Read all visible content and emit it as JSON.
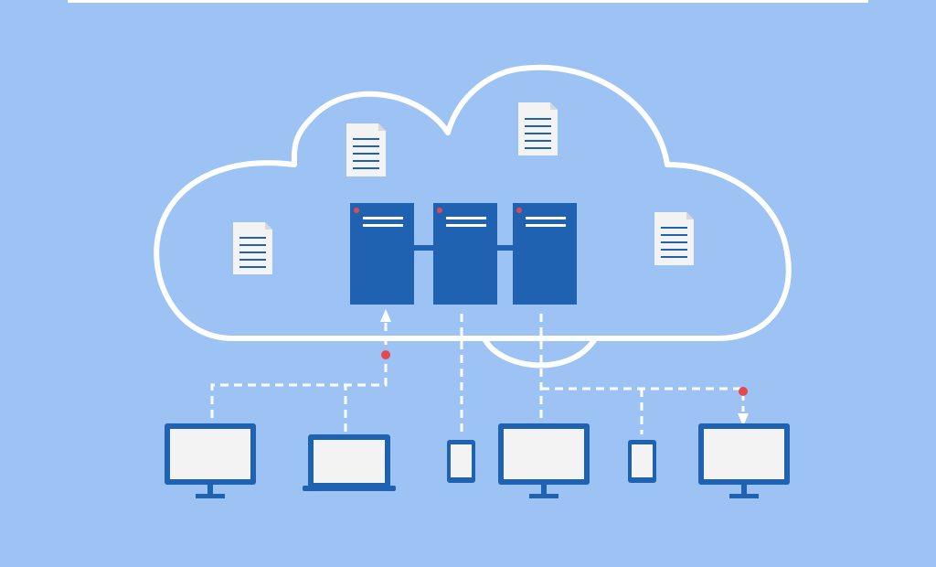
{
  "colors": {
    "background": "#9dc3f5",
    "cloud_outline": "#ffffff",
    "server": "#2062b2",
    "device_frame": "#2062b2",
    "device_screen": "#f3f3f3",
    "document": "#f3f3f3",
    "document_lines": "#2062b2",
    "indicator_dot": "#e8474e",
    "connector": "#ffffff"
  },
  "cloud": {
    "icon": "cloud-outline",
    "documents": [
      "document-icon",
      "document-icon",
      "document-icon",
      "document-icon"
    ]
  },
  "servers": [
    {
      "icon": "server-icon",
      "status_dot": "red"
    },
    {
      "icon": "server-icon",
      "status_dot": "red"
    },
    {
      "icon": "server-icon",
      "status_dot": "red"
    }
  ],
  "devices": [
    {
      "icon": "monitor-icon",
      "kind": "desktop"
    },
    {
      "icon": "laptop-icon",
      "kind": "laptop"
    },
    {
      "icon": "phone-icon",
      "kind": "phone"
    },
    {
      "icon": "monitor-icon",
      "kind": "desktop"
    },
    {
      "icon": "phone-icon",
      "kind": "phone"
    },
    {
      "icon": "monitor-icon",
      "kind": "desktop"
    }
  ],
  "connections": [
    {
      "from": "desktop-1",
      "to": "server-1",
      "style": "dashed",
      "arrow": "up"
    },
    {
      "from": "laptop",
      "to": "server-1",
      "style": "dashed",
      "arrow": "up"
    },
    {
      "from": "phone-1",
      "to": "server-2",
      "style": "dashed"
    },
    {
      "from": "server-3",
      "to": "desktop-2",
      "style": "dashed"
    },
    {
      "from": "server-3",
      "to": "phone-2",
      "style": "dashed"
    },
    {
      "from": "server-3",
      "to": "desktop-3",
      "style": "dashed",
      "arrow": "down"
    }
  ]
}
